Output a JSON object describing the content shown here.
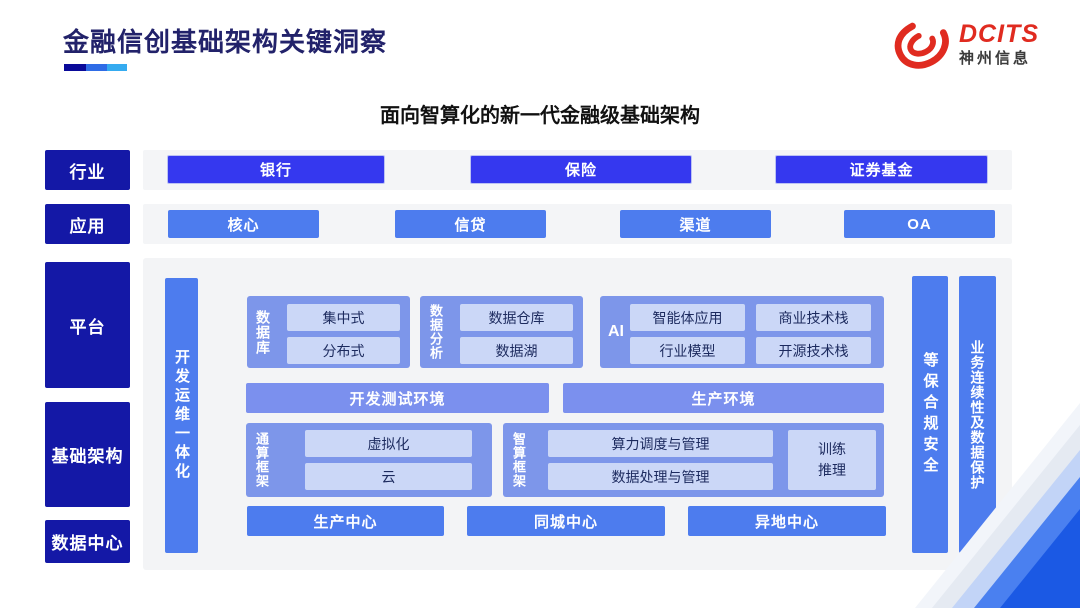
{
  "header": {
    "title": "金融信创基础架构关键洞察",
    "logo": {
      "brand": "DCITS",
      "company": "神州信息"
    }
  },
  "subtitle": "面向智算化的新一代金融级基础架构",
  "categories": {
    "industry": "行业",
    "application": "应用",
    "platform": "平台",
    "infrastructure": "基础架构",
    "datacenter": "数据中心"
  },
  "industry_row": {
    "items": [
      "银行",
      "保险",
      "证券基金"
    ]
  },
  "application_row": {
    "items": [
      "核心",
      "信贷",
      "渠道",
      "OA"
    ]
  },
  "panel": {
    "left_bar": "开发运维一体化",
    "right_bars": [
      "等保合规安全",
      "业务连续性及数据保护"
    ],
    "groups_row1": [
      {
        "label": "数据库",
        "items": [
          "集中式",
          "分布式"
        ]
      },
      {
        "label": "数据分析",
        "items": [
          "数据仓库",
          "数据湖"
        ]
      },
      {
        "label": "AI",
        "items": [
          "智能体应用",
          "商业技术栈",
          "行业模型",
          "开源技术栈"
        ]
      }
    ],
    "env_row": [
      "开发测试环境",
      "生产环境"
    ],
    "compute_row": [
      {
        "label": "通算框架",
        "items": [
          "虚拟化",
          "云"
        ]
      },
      {
        "label": "智算框架",
        "items": [
          "算力调度与管理",
          "数据处理与管理"
        ],
        "side_item": "训练\n推理"
      }
    ],
    "centers_row": [
      "生产中心",
      "同城中心",
      "异地中心"
    ]
  },
  "colors": {
    "category_label": "#1418a6",
    "industry_button": "#3538ef",
    "application_button": "#4d7cee",
    "group_container": "#7d96ea",
    "inner_box": "#cbd7f7",
    "env_bar": "#7b90ee",
    "vertical_bar": "#4d7cee",
    "panel_bg": "#f3f4f6",
    "title_text": "#22226a",
    "logo_red": "#e02b20",
    "underline": [
      "#0a0a99",
      "#2f6ce6",
      "#35abf0"
    ]
  }
}
